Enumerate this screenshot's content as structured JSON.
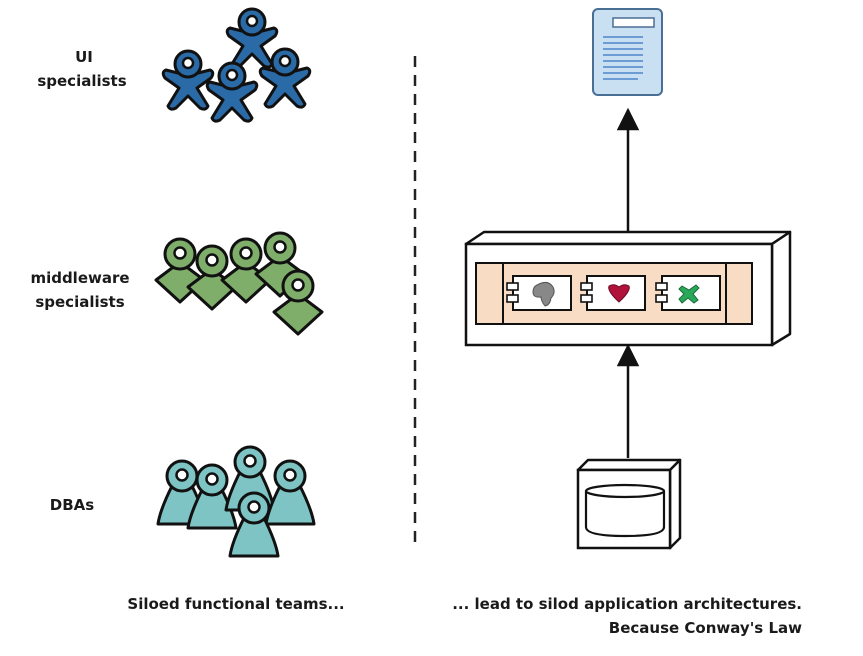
{
  "labels": {
    "ui_line1": "UI",
    "ui_line2": "specialists",
    "mw_line1": "middleware",
    "mw_line2": "specialists",
    "dba": "DBAs"
  },
  "captions": {
    "left": "Siloed functional teams...",
    "right_line1": "... lead to silod application architectures.",
    "right_line2": "Because Conway's Law"
  },
  "colors": {
    "ui_team": "#2a6aa6",
    "middleware_team": "#7fae6b",
    "dba_team": "#7ec4c4",
    "app_panel": "#f8dcc4",
    "document": "#c9dff2",
    "blob_gray": "#888888",
    "heart_red": "#b0123c",
    "cross_green": "#2aa85a"
  },
  "icons": {
    "person": "person-icon",
    "document": "document-icon",
    "server": "server-box-icon",
    "database": "database-icon"
  }
}
